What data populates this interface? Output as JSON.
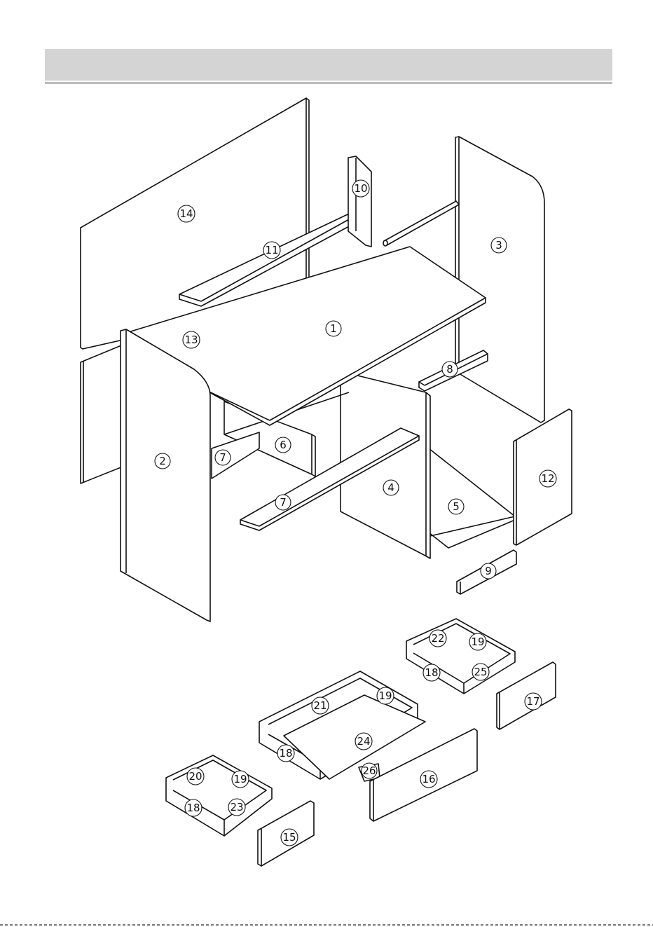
{
  "header": {
    "title": ""
  },
  "parts": [
    {
      "id": "p1",
      "label": "1"
    },
    {
      "id": "p2",
      "label": "2"
    },
    {
      "id": "p3",
      "label": "3"
    },
    {
      "id": "p4",
      "label": "4"
    },
    {
      "id": "p5",
      "label": "5"
    },
    {
      "id": "p6",
      "label": "6"
    },
    {
      "id": "p7a",
      "label": "7"
    },
    {
      "id": "p7b",
      "label": "7"
    },
    {
      "id": "p8",
      "label": "8"
    },
    {
      "id": "p9",
      "label": "9"
    },
    {
      "id": "p10",
      "label": "10"
    },
    {
      "id": "p11",
      "label": "11"
    },
    {
      "id": "p12",
      "label": "12"
    },
    {
      "id": "p13",
      "label": "13"
    },
    {
      "id": "p14",
      "label": "14"
    },
    {
      "id": "p15",
      "label": "15"
    },
    {
      "id": "p16",
      "label": "16"
    },
    {
      "id": "p17",
      "label": "17"
    },
    {
      "id": "p18a",
      "label": "18"
    },
    {
      "id": "p18b",
      "label": "18"
    },
    {
      "id": "p18c",
      "label": "18"
    },
    {
      "id": "p19a",
      "label": "19"
    },
    {
      "id": "p19b",
      "label": "19"
    },
    {
      "id": "p19c",
      "label": "19"
    },
    {
      "id": "p20",
      "label": "20"
    },
    {
      "id": "p21",
      "label": "21"
    },
    {
      "id": "p22",
      "label": "22"
    },
    {
      "id": "p23",
      "label": "23"
    },
    {
      "id": "p24",
      "label": "24"
    },
    {
      "id": "p25",
      "label": "25"
    },
    {
      "id": "p26",
      "label": "26"
    }
  ]
}
